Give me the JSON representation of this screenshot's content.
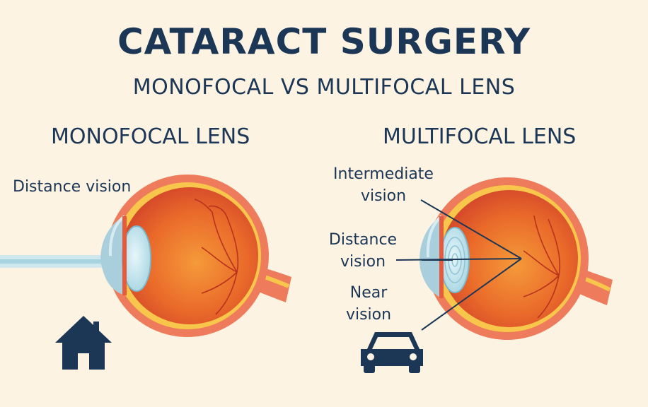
{
  "title": "CATARACT SURGERY",
  "subtitle": "MONOFOCAL VS MULTIFOCAL LENS",
  "monofocal": {
    "heading": "MONOFOCAL LENS",
    "label": "Distance vision",
    "icon": "house-icon"
  },
  "multifocal": {
    "heading": "MULTIFOCAL LENS",
    "label_intermediate_1": "Intermediate",
    "label_intermediate_2": "vision",
    "label_distance_1": "Distance",
    "label_distance_2": "vision",
    "label_near_1": "Near",
    "label_near_2": "vision",
    "icon": "car-icon"
  },
  "colors": {
    "navy": "#1c3656",
    "sclera": "#ee7b5c",
    "eye_inner": "#e8652a",
    "lens": "#bfe3ec",
    "background": "#fdf3e3"
  }
}
